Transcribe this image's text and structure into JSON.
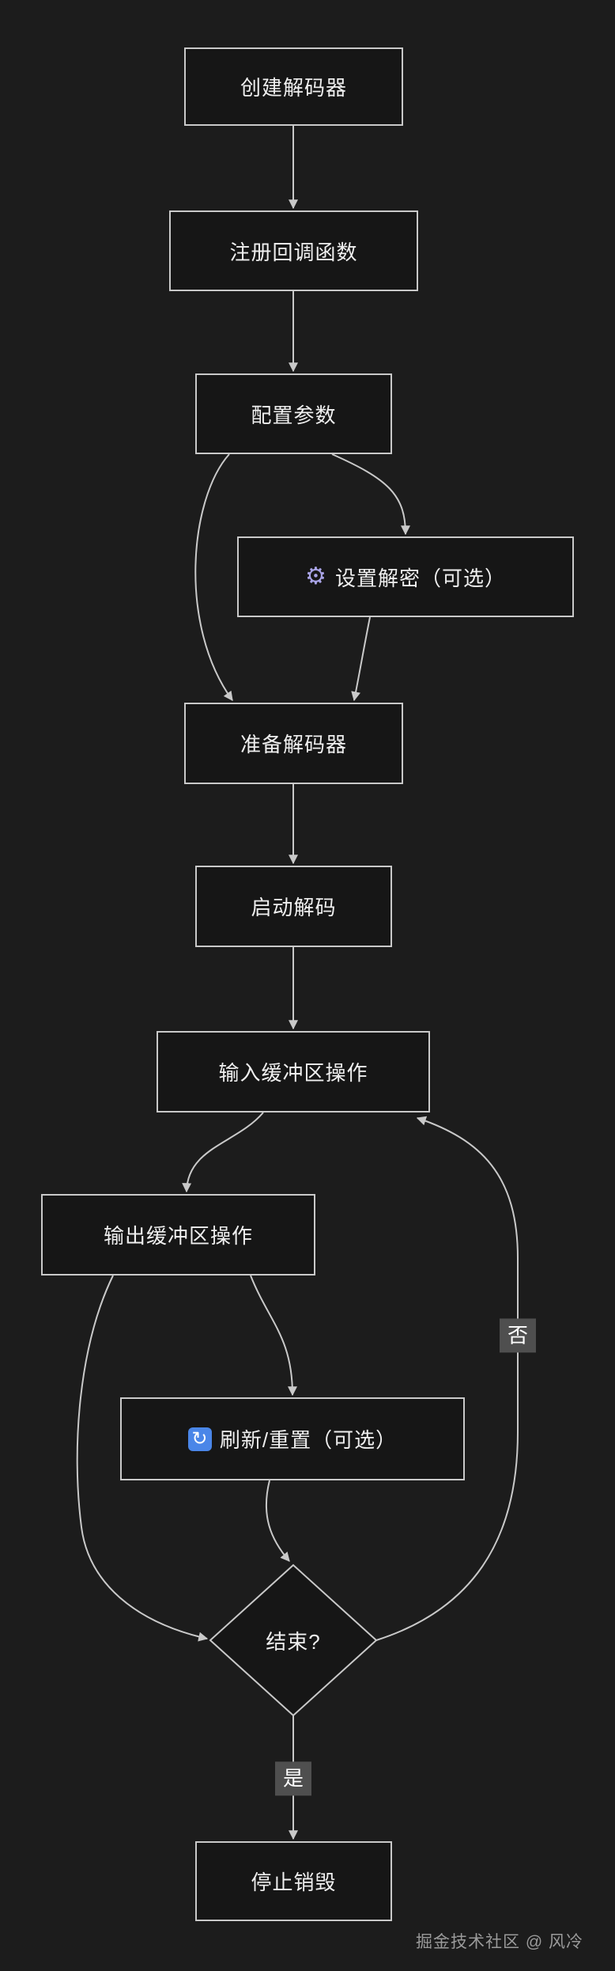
{
  "diagram": {
    "nodes": {
      "create_decoder": {
        "label": "创建解码器"
      },
      "register_callback": {
        "label": "注册回调函数"
      },
      "configure_params": {
        "label": "配置参数"
      },
      "set_decryption": {
        "label": "设置解密（可选）"
      },
      "prepare_decoder": {
        "label": "准备解码器"
      },
      "start_decoding": {
        "label": "启动解码"
      },
      "input_buffer_op": {
        "label": "输入缓冲区操作"
      },
      "output_buffer_op": {
        "label": "输出缓冲区操作"
      },
      "flush_reset": {
        "label": "刷新/重置（可选）"
      },
      "end_decision": {
        "label": "结束?"
      },
      "stop_destroy": {
        "label": "停止销毁"
      }
    },
    "edge_labels": {
      "no": "否",
      "yes": "是"
    },
    "icons": {
      "gear": "⚙",
      "refresh": "↻"
    }
  },
  "watermark": "掘金技术社区 @ 风冷",
  "colors": {
    "background": "#1c1c1c",
    "node_fill": "#161616",
    "node_border": "#c9c9c9",
    "node_text": "#efefef",
    "edge": "#c9c9c9",
    "badge_background": "#4f4f4f",
    "badge_text": "#ffffff",
    "gear_icon": "#a9a4e6",
    "refresh_icon_background": "#4a86e8",
    "watermark_text": "#9a9a9a"
  }
}
